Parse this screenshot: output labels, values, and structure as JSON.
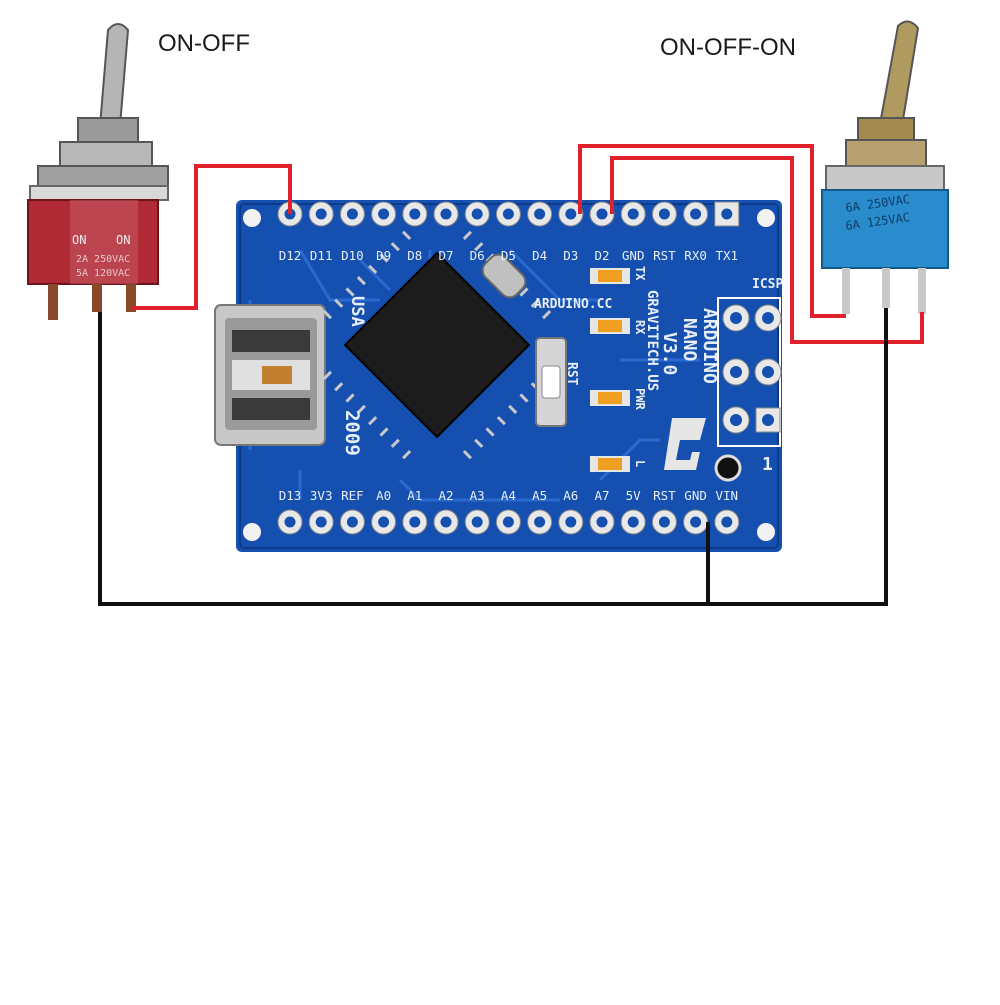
{
  "switches": {
    "left": {
      "title": "ON-OFF",
      "body_marks": [
        "ON",
        "ON",
        "2A 250VAC",
        "5A 120VAC"
      ]
    },
    "right": {
      "title": "ON-OFF-ON",
      "body_marks": [
        "6A 250VAC",
        "6A 125VAC"
      ]
    }
  },
  "board": {
    "top_pins": [
      "D12",
      "D11",
      "D10",
      "D9",
      "D8",
      "D7",
      "D6",
      "D5",
      "D4",
      "D3",
      "D2",
      "GND",
      "RST",
      "RX0",
      "TX1"
    ],
    "bottom_pins": [
      "D13",
      "3V3",
      "REF",
      "A0",
      "A1",
      "A2",
      "A3",
      "A4",
      "A5",
      "A6",
      "A7",
      "5V",
      "RST",
      "GND",
      "VIN"
    ],
    "silkscreen": {
      "vertical_1": "USA",
      "vertical_2": "2009",
      "site": "ARDUINO.CC",
      "maker": "GRAVITECH.US",
      "model": [
        "ARDUINO",
        "NANO",
        "V3.0"
      ],
      "led_tx": "TX",
      "led_rx": "RX",
      "led_pwr": "PWR",
      "led_l": "L",
      "reset": "RST",
      "icsp": "ICSP",
      "pin1": "1"
    }
  },
  "wires": {
    "signal_color": "#e0202a",
    "ground_color": "#111111"
  },
  "colors": {
    "pcb": "#1550b0",
    "pcb_dark": "#0c3a86",
    "pad": "#e8e8e8",
    "chip": "#1c1c1c",
    "switch_left_body": "#b02a35",
    "switch_right_body": "#2a8ccc"
  }
}
